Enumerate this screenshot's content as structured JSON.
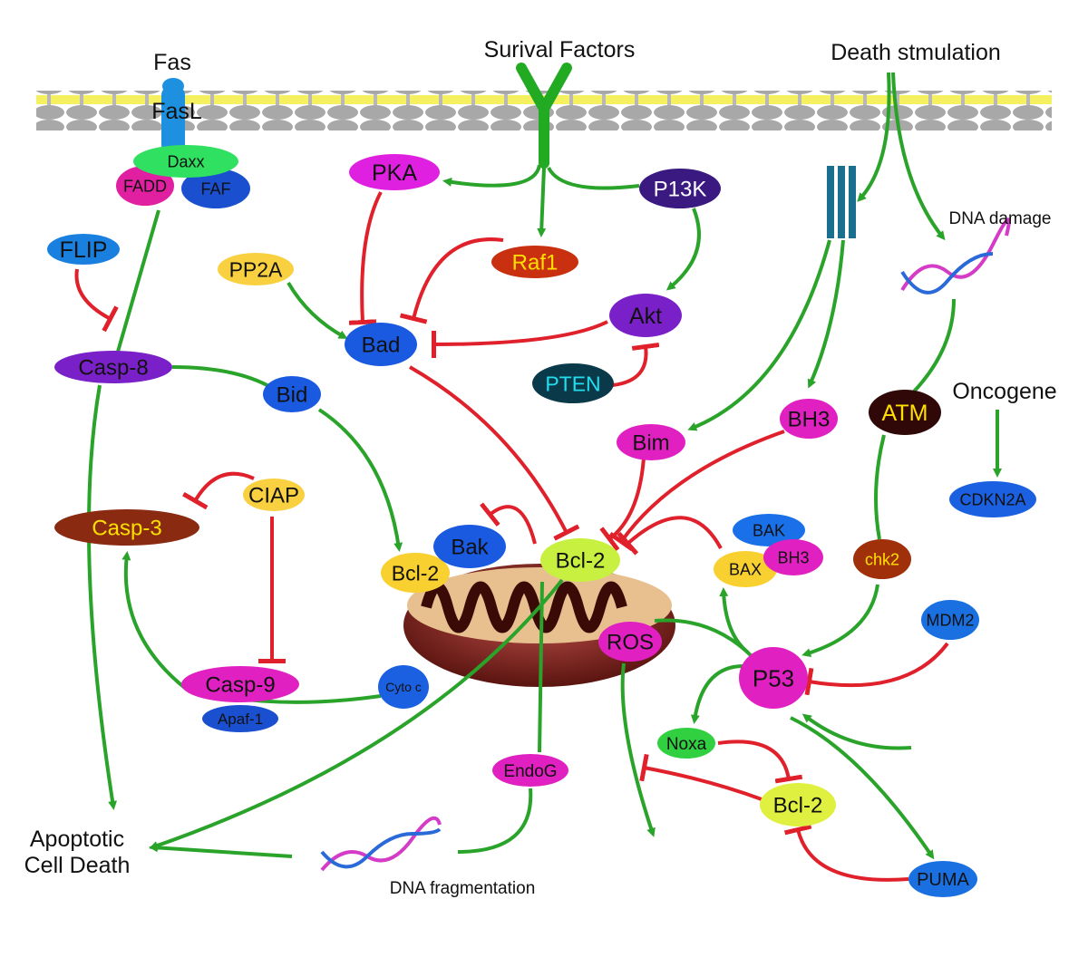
{
  "labels": {
    "fas": "Fas",
    "fasl": "FasL",
    "survival_factors": "Surival Factors",
    "death_stimulation": "Death stmulation",
    "dna_damage": "DNA damage",
    "oncogene": "Oncogene",
    "apoptotic_line1": "Apoptotic",
    "apoptotic_line2": "Cell Death",
    "dna_fragmentation": "DNA fragmentation"
  },
  "nodes": {
    "daxx": "Daxx",
    "fadd": "FADD",
    "faf": "FAF",
    "flip": "FLIP",
    "casp8": "Casp-8",
    "bid": "Bid",
    "casp3": "Casp-3",
    "ciap": "CIAP",
    "casp9": "Casp-9",
    "apaf1": "Apaf-1",
    "cytoc": "Cyto c",
    "pka": "PKA",
    "pp2a": "PP2A",
    "bad": "Bad",
    "raf1": "Raf1",
    "p13k": "P13K",
    "akt": "Akt",
    "pten": "PTEN",
    "bcl2_left": "Bcl-2",
    "bak": "Bak",
    "bcl2_center": "Bcl-2",
    "ros": "ROS",
    "bak_cluster": "BAK",
    "bax": "BAX",
    "bh3_cluster": "BH3",
    "bim": "Bim",
    "bh3": "BH3",
    "atm": "ATM",
    "cdkn2a": "CDKN2A",
    "chk2": "chk2",
    "mdm2": "MDM2",
    "p53": "P53",
    "noxa": "Noxa",
    "bcl2_bottom": "Bcl-2",
    "puma": "PUMA",
    "endog": "EndoG"
  },
  "colors": {
    "activation": "#2aa32a",
    "inhibition": "#e0202a"
  }
}
